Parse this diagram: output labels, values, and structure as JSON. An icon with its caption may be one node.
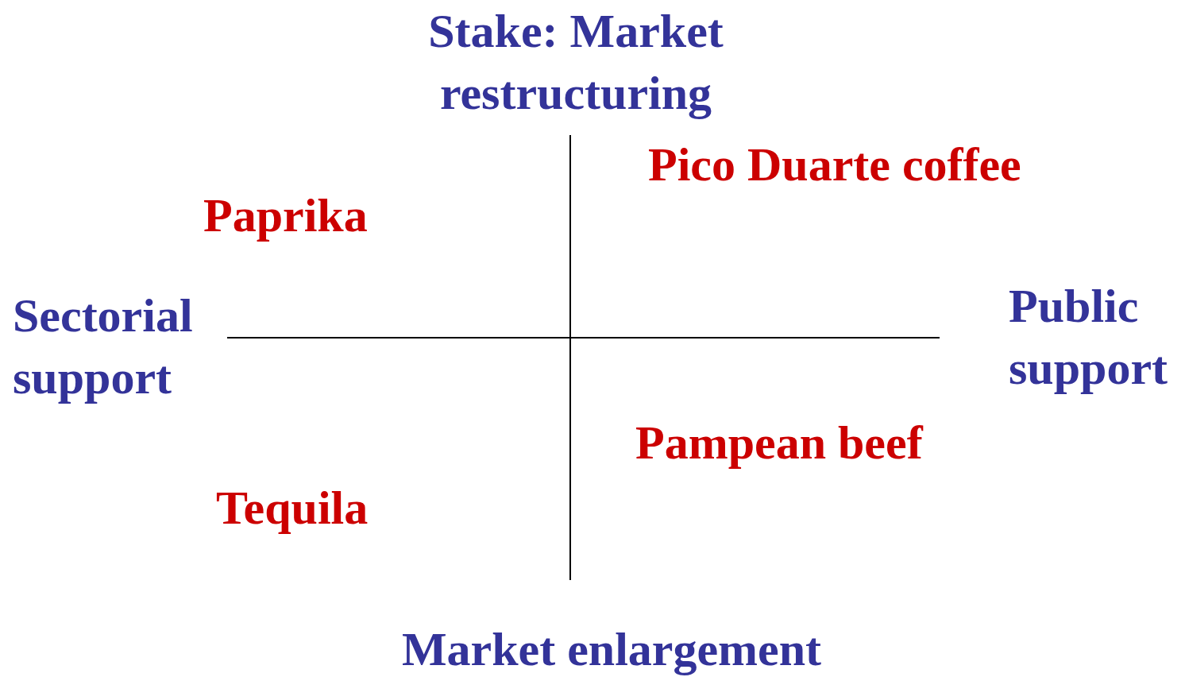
{
  "diagram": {
    "labels": [
      "Stake: Market restructuring",
      "Pico Duarte coffee",
      "Paprika",
      "Sectorial support",
      "Public support",
      "Pampean beef",
      "Tequila",
      "Market enlargement"
    ]
  }
}
